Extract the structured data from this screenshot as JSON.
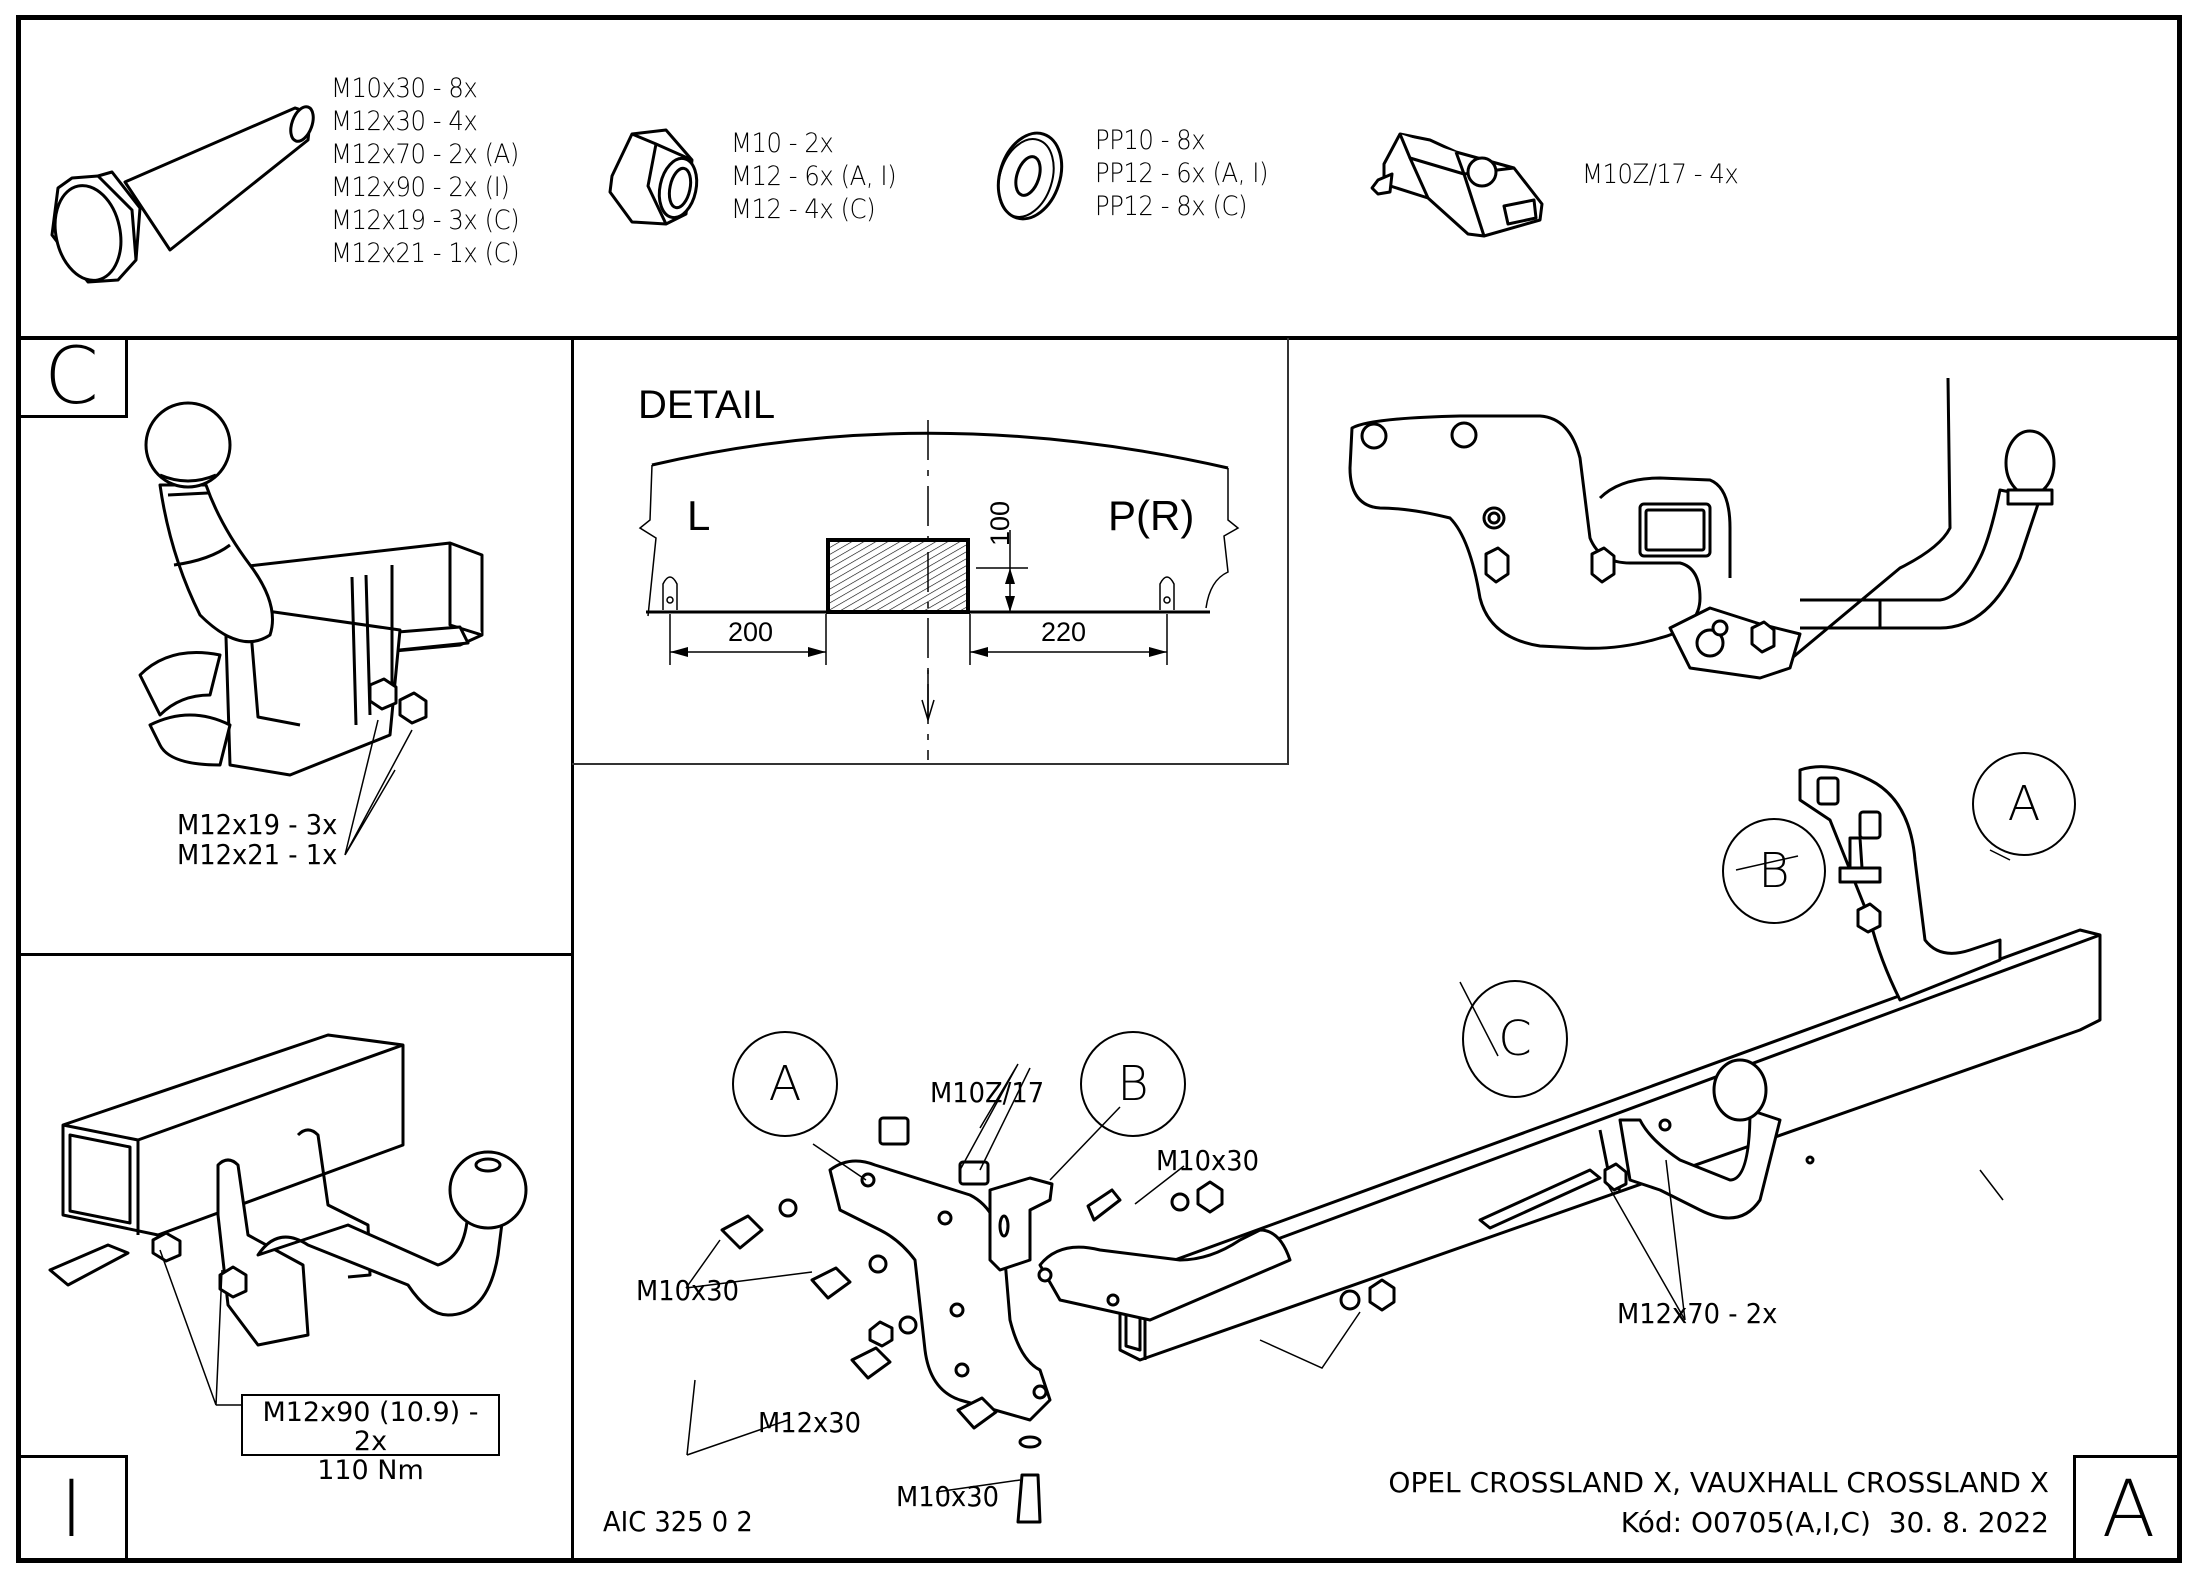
{
  "parts_list": {
    "bolts": {
      "icon": "hex-bolt-icon",
      "items": [
        "M10x30 - 8x",
        "M12x30 - 4x",
        "M12x70 - 2x (A)",
        "M12x90 - 2x (I)",
        "M12x19 - 3x (C)",
        "M12x21 - 1x (C)"
      ]
    },
    "nuts": {
      "icon": "hex-nut-icon",
      "items": [
        "M10 - 2x",
        "M12 - 6x (A, I)",
        "M12 - 4x (C)"
      ]
    },
    "washers": {
      "icon": "flat-washer-icon",
      "items": [
        "PP10 - 8x",
        "PP12 - 6x (A, I)",
        "PP12 - 8x (C)"
      ]
    },
    "clip_nut": {
      "icon": "cage-nut-icon",
      "items": [
        "M10Z/17 - 4x"
      ]
    }
  },
  "panel_c": {
    "letter": "C",
    "callouts": [
      "M12x19 - 3x",
      "M12x21 - 1x"
    ]
  },
  "panel_i": {
    "letter": "I",
    "torque_line1": "M12x90 (10.9) - 2x",
    "torque_line2": "110 Nm"
  },
  "detail": {
    "title": "DETAIL",
    "left_label": "L",
    "right_label": "P(R)",
    "dim_left": "200",
    "dim_right": "220",
    "dim_height": "100"
  },
  "assembly": {
    "circles": {
      "a_left": "A",
      "b_left": "B",
      "c_mid": "C",
      "a_right": "A",
      "b_right": "B"
    },
    "callouts": {
      "clip_nut": "M10Z/17",
      "bolt_top": "M10x30",
      "bolt_left": "M10x30",
      "bolt_m12": "M12x30",
      "bolt_bottom": "M10x30",
      "bolt_m12x70": "M12x70 - 2x"
    },
    "drawing_code": "AIC 325 0 2"
  },
  "title_block": {
    "vehicle": "OPEL CROSSLAND X, VAUXHALL CROSSLAND X",
    "code_line": "Kód: O0705(A,I,C)  30. 8. 2022",
    "sheet_letter": "A"
  }
}
